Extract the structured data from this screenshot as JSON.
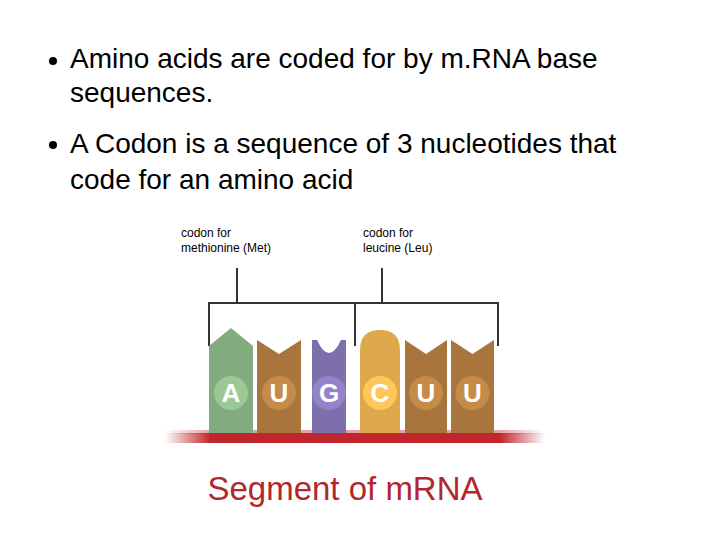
{
  "diagram": {
    "caption": "Segment of mRNA",
    "nodes": [
      {
        "text": [
          "A"
        ]
      },
      {
        "text": [
          "U"
        ]
      },
      {
        "text": [
          "G"
        ]
      },
      {
        "text": [
          "C"
        ]
      },
      {
        "text": [
          "U"
        ]
      },
      {
        "text": [
          "U"
        ]
      }
    ],
    "labels": [
      "Amino acids are coded for by m.RNA base sequences.",
      "A Codon is a sequence of 3 nucleotides that code for an amino acid",
      "codon for methionine (Met)",
      "codon for leucine (Leu)"
    ]
  }
}
